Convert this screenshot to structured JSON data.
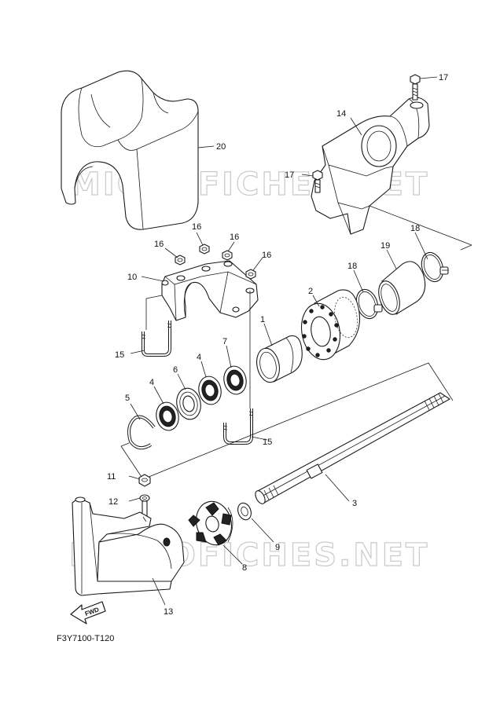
{
  "watermark": "MICROFICHES.NET",
  "figure_code": "F3Y7100-T120",
  "fwd_label": "FWD",
  "callouts": {
    "c1": "1",
    "c2": "2",
    "c3": "3",
    "c4a": "4",
    "c4b": "4",
    "c5": "5",
    "c6": "6",
    "c7": "7",
    "c8": "8",
    "c9": "9",
    "c10": "10",
    "c11": "11",
    "c12": "12",
    "c13": "13",
    "c14": "14",
    "c15a": "15",
    "c15b": "15",
    "c16a": "16",
    "c16b": "16",
    "c16c": "16",
    "c16d": "16",
    "c17a": "17",
    "c17b": "17",
    "c18a": "18",
    "c18b": "18",
    "c19": "19",
    "c20": "20"
  }
}
